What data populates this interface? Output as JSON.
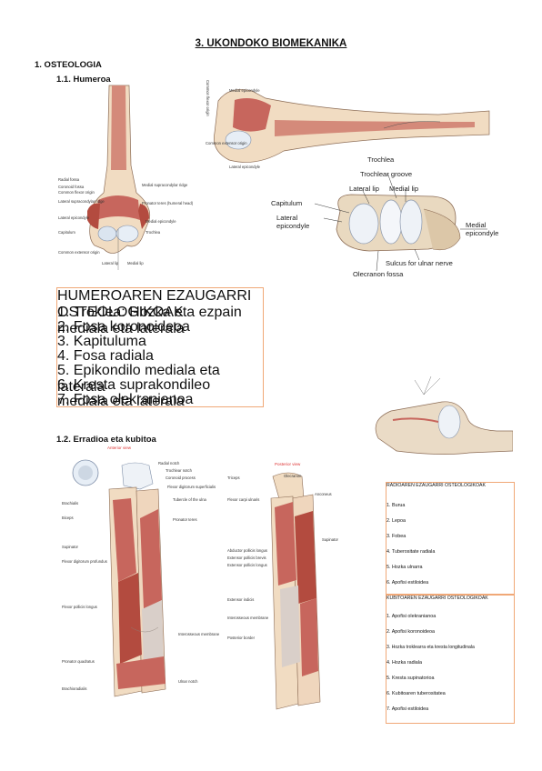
{
  "page_title": "3. UKONDOKO BIOMEKANIKA",
  "section": "1. OSTEOLOGIA",
  "sub1": "1.1. Humeroa",
  "sub2": "1.2. Erradioa eta kubitoa",
  "humerus_front_labels": [
    "Radial fossa",
    "Coronoid fossa",
    "Common flexor origin",
    "Lateral supracondylar ridge",
    "Medial supracondylar ridge",
    "Pronator teres (humeral head)",
    "Lateral epicondyle",
    "Medial epicondyle",
    "Capitulum",
    "Trochlea",
    "Common extensor origin",
    "Lateral lip",
    "Medial lip"
  ],
  "humerus_side_labels": [
    "Common flexor origin",
    "Medial epicondyle",
    "Common extensor origin",
    "Lateral epicondyle"
  ],
  "trochlea_labels": {
    "trochlea": "Trochlea",
    "trochlear_groove": "Trochlear groove",
    "lateral_lip": "Lateral lip",
    "medial_lip": "Medial lip",
    "capitulum": "Capitulum",
    "lateral_epicondyle": "Lateral epicondyle",
    "medial_epicondyle": "Medial epicondyle",
    "sulcus": "Sulcus for ulnar nerve",
    "olecranon_fossa": "Olecranon fossa"
  },
  "humero_table": {
    "header": "HUMEROAREN EZAUGARRI OSTEOLOGIKOAK",
    "rows": [
      "1. Troklea: Hozka eta ezpain mediala eta laterala",
      "2. Fosa koronoideoa",
      "3. Kapituluma",
      "4. Fosa radiala",
      "5. Epikondilo mediala eta laterala",
      "6. Kresta suprakondileo mediala eta laterala",
      "7. Fosa olekranianoa"
    ]
  },
  "forearm_front_caption": "Anterior view",
  "forearm_front_labels": [
    "Radial notch",
    "Trochlear notch",
    "Coronoid process",
    "Flexor digitorum superficialis",
    "Brachialis",
    "Biceps",
    "Tubercle of the ulna",
    "Pronator teres",
    "Supinator",
    "Flexor digitorum profundus",
    "Flexor pollicis longus",
    "Pronator quadratus",
    "Interosseous membrane",
    "Ulnar notch",
    "Brachioradialis"
  ],
  "forearm_back_caption": "Posterior view",
  "forearm_back_labels": [
    "Triceps",
    "Olecranon",
    "Anconeus",
    "Flexor carpi ulnaris",
    "Supinator",
    "Abductor pollicis longus",
    "Extensor pollicis brevis",
    "Extensor pollicis longus",
    "Extensor indicis",
    "Interosseous membrane",
    "Posterior border"
  ],
  "radio_table": {
    "header": "RADIOAREN EZAUGARRI OSTEOLOGIKOAK",
    "rows": [
      "1. Burua",
      "2. Lepoa",
      "3. Fobea",
      "4. Tuberositate radiala",
      "5. Hozka ulnarra",
      "6. Apofisi estiloidea"
    ]
  },
  "kubito_table": {
    "header": "KUBITOAREN EZAUGARRI OSTEOLOGIKOAK",
    "rows": [
      "1. Apofisi olekranianoa",
      "2. Apofisi koronoideoa",
      "3. Hozka troklearra eta kresta longitudinala",
      "4. Hozka radiala",
      "5. Kresta supinatorioa",
      "6. Kubitoaren tuberositatea",
      "7. Apofisi estiloidea"
    ]
  },
  "colors": {
    "accent": "#ee7d31",
    "bone": "#f1dcc2",
    "muscle": "#c7665d",
    "tendon": "#d9cfc9"
  }
}
